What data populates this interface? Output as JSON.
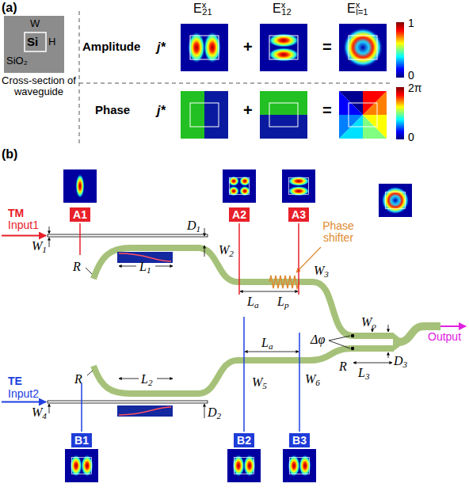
{
  "diagram": {
    "nodes": [
      {
        "text": [
          "A1"
        ]
      },
      {
        "text": [
          "A2"
        ]
      },
      {
        "text": [
          "A3"
        ]
      },
      {
        "text": [
          "B1"
        ]
      },
      {
        "text": [
          "B2"
        ]
      },
      {
        "text": [
          "B3"
        ]
      }
    ],
    "labels": [
      "(a)",
      "W",
      "Si",
      "H",
      "SiO₂",
      "Cross-section of waveguide",
      "Amplitude",
      "Phase",
      "j*",
      "+",
      "=",
      "j*",
      "+",
      "=",
      "Ex21",
      "Ex12",
      "Exl=1",
      "1",
      "0",
      "2π",
      "0",
      "(b)",
      "TM",
      "Input1",
      "W1",
      "R",
      "L1",
      "D1",
      "W2",
      "Phase shifter",
      "La",
      "Lp",
      "W3",
      "Wo",
      "Δφ",
      "R",
      "D3",
      "L3",
      "Output",
      "TE",
      "Input2",
      "R",
      "L2",
      "D2",
      "W4",
      "La",
      "W5",
      "W6"
    ]
  }
}
